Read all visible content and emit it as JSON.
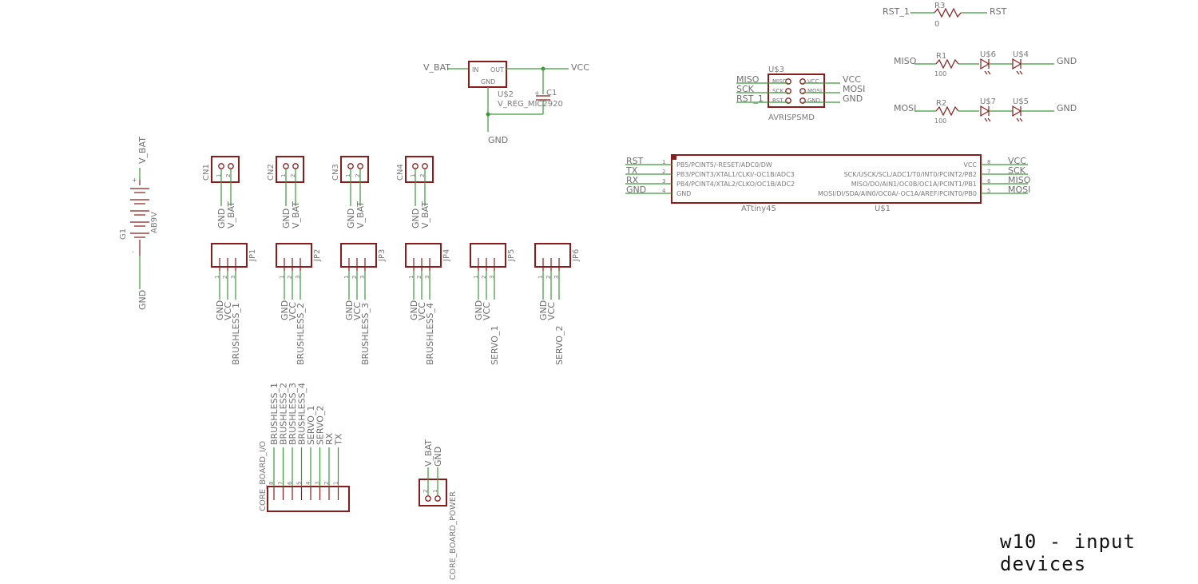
{
  "title": "w10 - input devices",
  "battery": {
    "ref": "G1",
    "value": "AB9V",
    "top_net": "V_BAT",
    "bottom_net": "GND",
    "plus": "+",
    "minus": "-"
  },
  "regulator": {
    "ref": "U$2",
    "value": "V_REG_MIC2920",
    "pin_in": "IN",
    "pin_out": "OUT",
    "pin_gnd": "GND",
    "net_in": "V_BAT",
    "net_out": "VCC",
    "net_gnd": "GND"
  },
  "capacitor": {
    "ref": "C1",
    "plus": "+"
  },
  "avr": {
    "ref": "U$3",
    "value": "AVRISPSMD",
    "left_pins": [
      "MISO",
      "SCK",
      "RST"
    ],
    "right_pins": [
      "VCC",
      "MOSI",
      "GND"
    ],
    "left_nets": [
      "MISO",
      "SCK",
      "RST_1"
    ],
    "right_nets": [
      "VCC",
      "MOSI",
      "GND"
    ]
  },
  "r3": {
    "ref": "R3",
    "value": "0",
    "left": "RST_1",
    "right": "RST"
  },
  "led_row1": {
    "net_in": "MISO",
    "res_ref": "R1",
    "res_val": "100",
    "led_a": "U$6",
    "led_b": "U$4",
    "gnd": "GND"
  },
  "led_row2": {
    "net_in": "MOSI",
    "res_ref": "R2",
    "res_val": "100",
    "led_a": "U$7",
    "led_b": "U$5",
    "gnd": "GND"
  },
  "mcu": {
    "name": "ATtiny45",
    "ref": "U$1",
    "left_pins": [
      {
        "num": "1",
        "func": "PB5/PCINT5/-RESET/ADC0/DW",
        "net": "RST"
      },
      {
        "num": "2",
        "func": "PB3/PCINT3/XTAL1/CLKI/-OC1B/ADC3",
        "net": "TX"
      },
      {
        "num": "3",
        "func": "PB4/PCINT4/XTAL2/CLKO/OC1B/ADC2",
        "net": "RX"
      },
      {
        "num": "4",
        "func": "GND",
        "net": "GND"
      }
    ],
    "right_pins": [
      {
        "num": "8",
        "func": "VCC",
        "net": "VCC"
      },
      {
        "num": "7",
        "func": "SCK/USCK/SCL/ADC1/T0/INT0/PCINT2/PB2",
        "net": "SCK"
      },
      {
        "num": "6",
        "func": "MISO/DO/AIN1/OC0B/OC1A/PCINT1/PB1",
        "net": "MISO"
      },
      {
        "num": "5",
        "func": "MOSI/DI/SDA/AIN0/OC0A/-OC1A/AREF/PCINT0/PB0",
        "net": "MOSI"
      }
    ]
  },
  "power_conns": [
    {
      "ref": "CN1",
      "pins": [
        "1",
        "2"
      ],
      "nets": [
        "GND",
        "V_BAT"
      ]
    },
    {
      "ref": "CN2",
      "pins": [
        "1",
        "2"
      ],
      "nets": [
        "GND",
        "V_BAT"
      ]
    },
    {
      "ref": "CN3",
      "pins": [
        "1",
        "2"
      ],
      "nets": [
        "GND",
        "V_BAT"
      ]
    },
    {
      "ref": "CN4",
      "pins": [
        "1",
        "2"
      ],
      "nets": [
        "GND",
        "V_BAT"
      ]
    }
  ],
  "headers": [
    {
      "ref": "JP1",
      "pins": [
        "1",
        "2",
        "3"
      ],
      "nets": [
        "GND",
        "VCC",
        "BRUSHLESS_1"
      ]
    },
    {
      "ref": "JP2",
      "pins": [
        "1",
        "2",
        "3"
      ],
      "nets": [
        "GND",
        "VCC",
        "BRUSHLESS_2"
      ]
    },
    {
      "ref": "JP3",
      "pins": [
        "1",
        "2",
        "3"
      ],
      "nets": [
        "GND",
        "VCC",
        "BRUSHLESS_3"
      ]
    },
    {
      "ref": "JP4",
      "pins": [
        "1",
        "2",
        "3"
      ],
      "nets": [
        "GND",
        "VCC",
        "BRUSHLESS_4"
      ]
    },
    {
      "ref": "JP5",
      "pins": [
        "1",
        "2",
        "3"
      ],
      "nets": [
        "GND",
        "VCC",
        "SERVO_1"
      ]
    },
    {
      "ref": "JP6",
      "pins": [
        "1",
        "2",
        "3"
      ],
      "nets": [
        "GND",
        "VCC",
        "SERVO_2"
      ]
    }
  ],
  "core_io": {
    "ref": "CORE_BOARD_I/O",
    "pins": [
      "8",
      "7",
      "6",
      "5",
      "4",
      "3",
      "2",
      "1"
    ],
    "nets": [
      "BRUSHLESS_1",
      "BRUSHLESS_2",
      "BRUSHLESS_3",
      "BRUSHLESS_4",
      "SERVO_1",
      "SERVO_2",
      "RX",
      "TX"
    ]
  },
  "core_power": {
    "ref": "CORE_BOARD_POWER",
    "pins": [
      "2",
      "1"
    ],
    "nets": [
      "V_BAT",
      "GND"
    ]
  }
}
